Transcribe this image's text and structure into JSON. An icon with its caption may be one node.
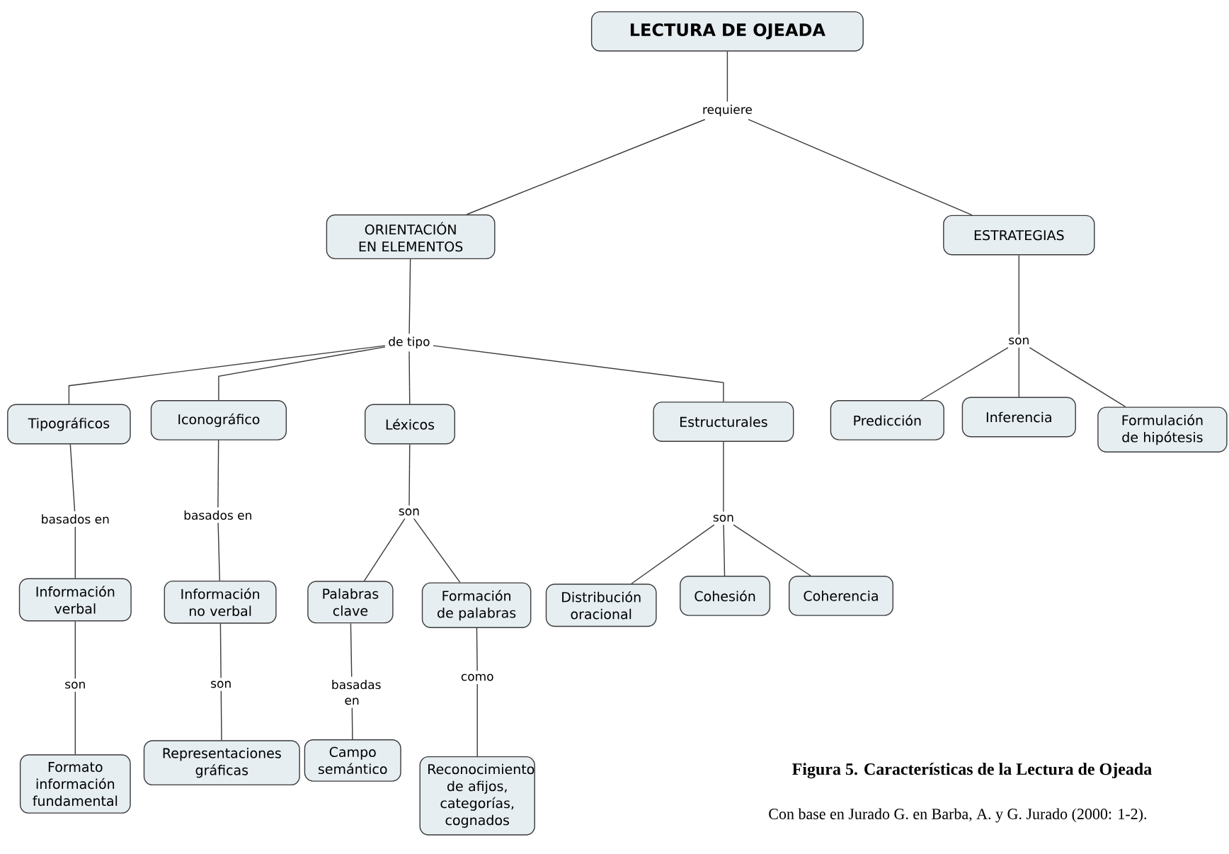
{
  "diagram": {
    "caption": "Figura 5. Características de la Lectura de Ojeada",
    "nodes": [
      {
        "text": [
          "LECTURA DE OJEADA"
        ]
      },
      {
        "text": [
          "requiere"
        ]
      },
      {
        "text": [
          "ORIENTACIÓN EN ELEMENTOS"
        ]
      },
      {
        "text": [
          "ESTRATEGIAS"
        ]
      },
      {
        "text": [
          "de tipo"
        ]
      },
      {
        "text": [
          "son"
        ]
      },
      {
        "text": [
          "Tipográficos"
        ]
      },
      {
        "text": [
          "Iconográfico"
        ]
      },
      {
        "text": [
          "Léxicos"
        ]
      },
      {
        "text": [
          "Estructurales"
        ]
      },
      {
        "text": [
          "Predicción"
        ]
      },
      {
        "text": [
          "Inferencia"
        ]
      },
      {
        "text": [
          "Formulación de hipótesis"
        ]
      },
      {
        "text": [
          "basados en"
        ]
      },
      {
        "text": [
          "basados en"
        ]
      },
      {
        "text": [
          "son"
        ]
      },
      {
        "text": [
          "son"
        ]
      },
      {
        "text": [
          "Información verbal"
        ]
      },
      {
        "text": [
          "Información no verbal"
        ]
      },
      {
        "text": [
          "Palabras clave"
        ]
      },
      {
        "text": [
          "Formación de palabras"
        ]
      },
      {
        "text": [
          "Distribución oracional"
        ]
      },
      {
        "text": [
          "Cohesión"
        ]
      },
      {
        "text": [
          "Coherencia"
        ]
      },
      {
        "text": [
          "son"
        ]
      },
      {
        "text": [
          "son"
        ]
      },
      {
        "text": [
          "basadas en"
        ]
      },
      {
        "text": [
          "como"
        ]
      },
      {
        "text": [
          "Formato información fundamental"
        ]
      },
      {
        "text": [
          "Representaciones gráficas"
        ]
      },
      {
        "text": [
          "Campo semántico"
        ]
      },
      {
        "text": [
          "Reconocimiento de afijos, categorías, cognados"
        ]
      }
    ],
    "edges": [
      {
        "from": 0,
        "to": 1,
        "arrow": "none"
      },
      {
        "from": 1,
        "to": 2,
        "arrow": "none"
      },
      {
        "from": 1,
        "to": 3,
        "arrow": "none"
      },
      {
        "from": 2,
        "to": 4,
        "arrow": "none"
      },
      {
        "from": 4,
        "to": 6,
        "arrow": "none"
      },
      {
        "from": 4,
        "to": 7,
        "arrow": "none"
      },
      {
        "from": 4,
        "to": 8,
        "arrow": "none"
      },
      {
        "from": 4,
        "to": 9,
        "arrow": "none"
      },
      {
        "from": 3,
        "to": 5,
        "arrow": "none"
      },
      {
        "from": 5,
        "to": 10,
        "arrow": "none"
      },
      {
        "from": 5,
        "to": 11,
        "arrow": "none"
      },
      {
        "from": 5,
        "to": 12,
        "arrow": "none"
      },
      {
        "from": 6,
        "to": 13,
        "arrow": "none"
      },
      {
        "from": 13,
        "to": 17,
        "arrow": "none"
      },
      {
        "from": 7,
        "to": 14,
        "arrow": "none"
      },
      {
        "from": 14,
        "to": 18,
        "arrow": "none"
      },
      {
        "from": 8,
        "to": 15,
        "arrow": "none"
      },
      {
        "from": 15,
        "to": 19,
        "arrow": "none"
      },
      {
        "from": 15,
        "to": 20,
        "arrow": "none"
      },
      {
        "from": 9,
        "to": 16,
        "arrow": "none"
      },
      {
        "from": 16,
        "to": 21,
        "arrow": "none"
      },
      {
        "from": 16,
        "to": 22,
        "arrow": "none"
      },
      {
        "from": 16,
        "to": 23,
        "arrow": "none"
      },
      {
        "from": 17,
        "to": 24,
        "arrow": "none"
      },
      {
        "from": 24,
        "to": 28,
        "arrow": "none"
      },
      {
        "from": 18,
        "to": 25,
        "arrow": "none"
      },
      {
        "from": 25,
        "to": 29,
        "arrow": "none"
      },
      {
        "from": 19,
        "to": 26,
        "arrow": "none"
      },
      {
        "from": 26,
        "to": 30,
        "arrow": "none"
      },
      {
        "from": 20,
        "to": 27,
        "arrow": "none"
      },
      {
        "from": 27,
        "to": 31,
        "arrow": "none"
      }
    ],
    "labels": [
      "Con base en Jurado G. en Barba, A.  y G. Jurado (2000: 1-2)."
    ]
  }
}
